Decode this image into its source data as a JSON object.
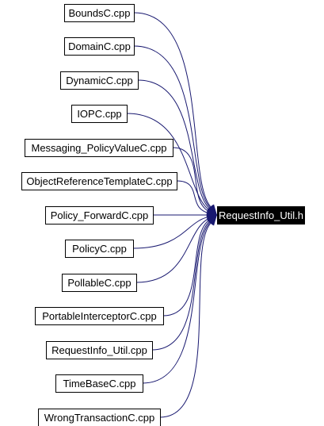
{
  "target": {
    "label": "RequestInfo_Util.h",
    "fill": "#000000",
    "text_color": "#ffffff"
  },
  "sources": [
    {
      "label": "BoundsC.cpp"
    },
    {
      "label": "DomainC.cpp"
    },
    {
      "label": "DynamicC.cpp"
    },
    {
      "label": "IOPC.cpp"
    },
    {
      "label": "Messaging_PolicyValueC.cpp"
    },
    {
      "label": "ObjectReferenceTemplateC.cpp"
    },
    {
      "label": "Policy_ForwardC.cpp"
    },
    {
      "label": "PolicyC.cpp"
    },
    {
      "label": "PollableC.cpp"
    },
    {
      "label": "PortableInterceptorC.cpp"
    },
    {
      "label": "RequestInfo_Util.cpp"
    },
    {
      "label": "TimeBaseC.cpp"
    },
    {
      "label": "WrongTransactionC.cpp"
    }
  ],
  "colors": {
    "edge": "#191970",
    "node_border": "#000000",
    "node_fill": "#ffffff",
    "background": "#ffffff"
  }
}
